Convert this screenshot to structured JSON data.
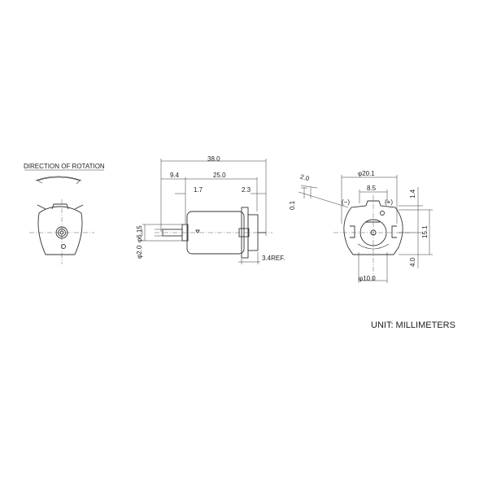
{
  "diagram": {
    "direction_label": "DIRECTION OF ROTATION",
    "unit_label": "UNIT: MILLIMETERS",
    "side_view": {
      "overall_length": "38.0",
      "shaft_length": "9.4",
      "body_length": "25.0",
      "boss_length": "1.7",
      "rear_cap": "2.3",
      "terminal_ref": "3.4REF.",
      "boss_diameter": "φ6.15",
      "shaft_diameter": "φ2.0"
    },
    "rear_view": {
      "outer_diameter": "φ20.1",
      "terminal_spacing": "8.5",
      "terminal_height": "1.4",
      "height": "15.1",
      "bottom_offset": "4.0",
      "inner_diameter": "φ10.0",
      "terminal_minus": "(−)",
      "terminal_plus": "(+)",
      "terminal_width": "2.0",
      "terminal_thickness": "0.1"
    }
  }
}
